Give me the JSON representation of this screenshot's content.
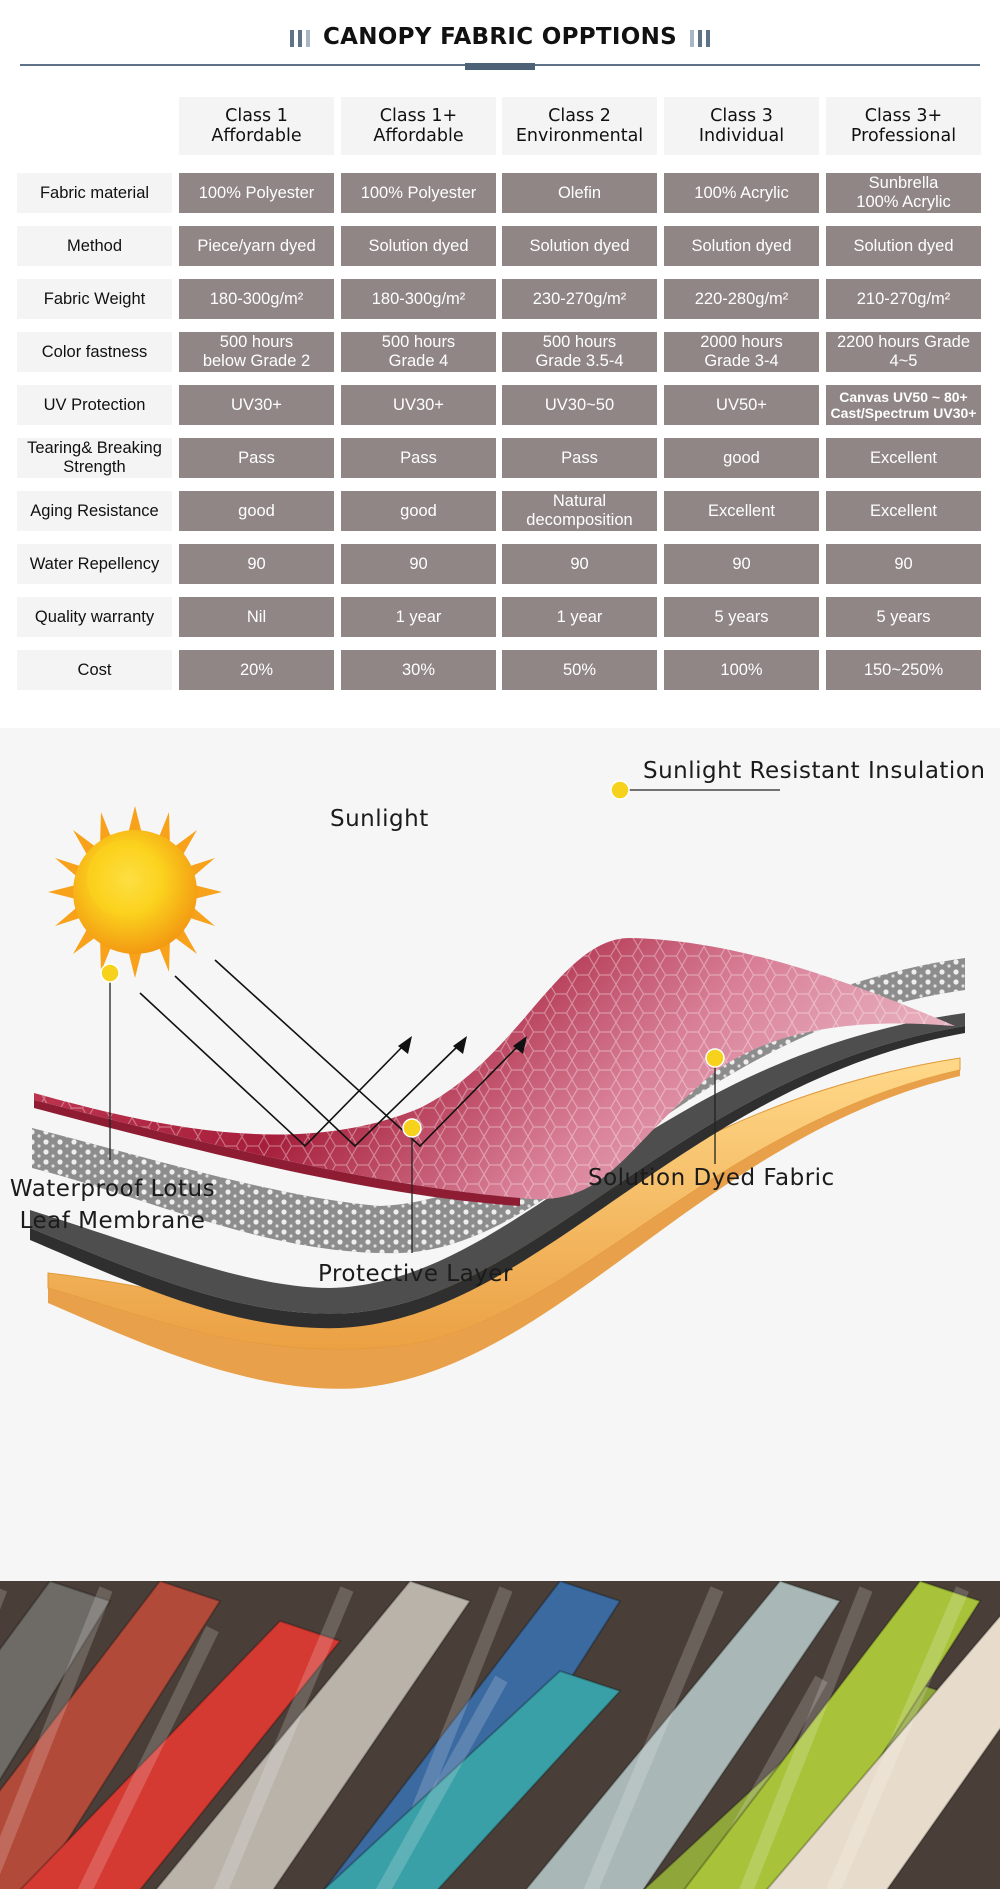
{
  "header": {
    "title": "CANOPY FABRIC OPPTIONS"
  },
  "table": {
    "columns": [
      {
        "line1": "Class 1",
        "line2": "Affordable"
      },
      {
        "line1": "Class 1+",
        "line2": "Affordable"
      },
      {
        "line1": "Class 2",
        "line2": "Environmental"
      },
      {
        "line1": "Class 3",
        "line2": "Individual"
      },
      {
        "line1": "Class 3+",
        "line2": "Professional"
      }
    ],
    "rows": [
      {
        "label": "Fabric material",
        "values": [
          "100% Polyester",
          "100% Polyester",
          "Olefin",
          "100% Acrylic",
          "Sunbrella\n100% Acrylic"
        ]
      },
      {
        "label": "Method",
        "values": [
          "Piece/yarn dyed",
          "Solution dyed",
          "Solution dyed",
          "Solution dyed",
          "Solution dyed"
        ]
      },
      {
        "label": "Fabric Weight",
        "values": [
          "180-300g/m²",
          "180-300g/m²",
          "230-270g/m²",
          "220-280g/m²",
          "210-270g/m²"
        ]
      },
      {
        "label": "Color fastness",
        "values": [
          "500 hours\nbelow Grade 2",
          "500 hours\nGrade 4",
          "500 hours\nGrade 3.5-4",
          "2000 hours\nGrade 3-4",
          "2200 hours Grade\n4~5"
        ]
      },
      {
        "label": "UV Protection",
        "values": [
          "UV30+",
          "UV30+",
          "UV30~50",
          "UV50+",
          "Canvas UV50 ~ 80+\nCast/Spectrum UV30+"
        ]
      },
      {
        "label": "Tearing& Breaking\nStrength",
        "values": [
          "Pass",
          "Pass",
          "Pass",
          "good",
          "Excellent"
        ]
      },
      {
        "label": "Aging Resistance",
        "values": [
          "good",
          "good",
          "Natural\ndecomposition",
          "Excellent",
          "Excellent"
        ]
      },
      {
        "label": "Water Repellency",
        "values": [
          "90",
          "90",
          "90",
          "90",
          "90"
        ]
      },
      {
        "label": "Quality warranty",
        "values": [
          "Nil",
          "1 year",
          "1 year",
          "5 years",
          "5 years"
        ]
      },
      {
        "label": "Cost",
        "values": [
          "20%",
          "30%",
          "50%",
          "100%",
          "150~250%"
        ]
      }
    ]
  },
  "illustration": {
    "labels": {
      "sunlight": "Sunlight",
      "insulation": "Sunlight Resistant Insulation",
      "membrane": "Waterproof Lotus\nLeaf Membrane",
      "solution_dyed": "Solution Dyed Fabric",
      "protective": "Protective Layer"
    },
    "colors": {
      "top_layer": "#b8374f",
      "membrane_layer": "#8c8c8c",
      "dark_layer": "#4a4a4a",
      "base_layer": "#f2b24e",
      "sun": "#f9b81b",
      "marker": "#f7d21c"
    }
  },
  "rolls": {
    "colors": [
      "#6e6a66",
      "#b24a3a",
      "#d53a32",
      "#b9b3aa",
      "#3a6aa0",
      "#3aa0a8",
      "#a9b8b7",
      "#8fa63a",
      "#a8c23a",
      "#e7dccb"
    ]
  }
}
